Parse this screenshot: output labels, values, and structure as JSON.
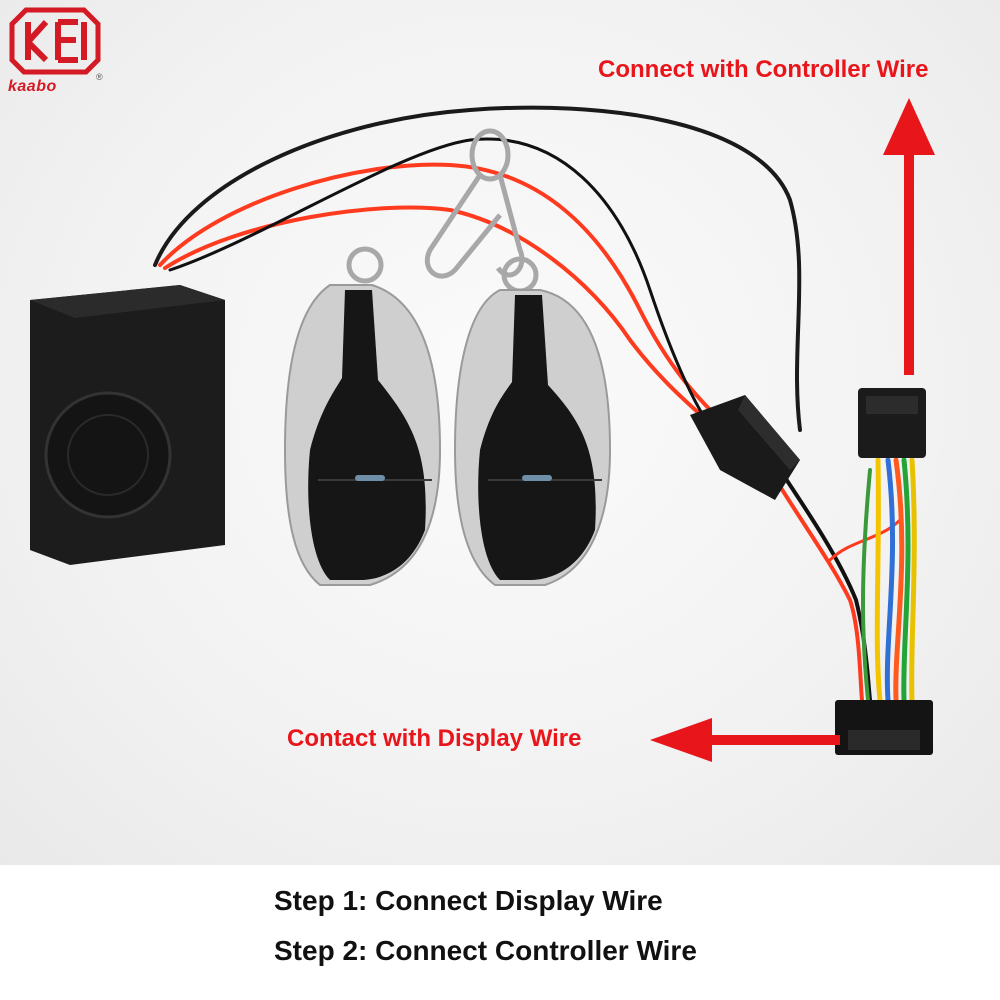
{
  "logo": {
    "brand": "kaabo",
    "registered_mark": "®",
    "color": "#d41a24"
  },
  "annotations": {
    "controller": "Connect with Controller Wire",
    "display": "Contact with Display Wire",
    "color": "#e8151b"
  },
  "steps": [
    "Step 1: Connect Display Wire",
    "Step 2: Connect Controller Wire"
  ],
  "objects": [
    "alarm-box",
    "remote-key-fob",
    "remote-key-fob",
    "sm-connector",
    "display-connector"
  ]
}
